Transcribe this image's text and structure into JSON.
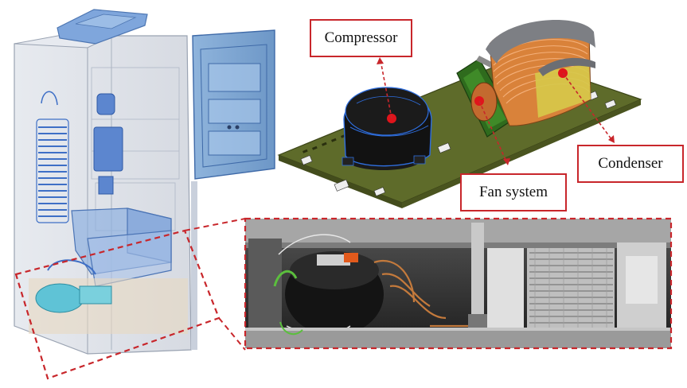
{
  "labels": {
    "compressor": "Compressor",
    "condenser": "Condenser",
    "fan_system": "Fan system"
  },
  "colors": {
    "annotation_red": "#c8262b",
    "fridge_blue": "#5f8fd6",
    "base_plate_green": "#5e6b2a",
    "condenser_orange": "#d9823a",
    "condenser_yellow": "#d6c94a",
    "photo_dark": "#2b2b2b"
  },
  "icons": [
    "compressor-marker",
    "condenser-marker",
    "fan-system-marker"
  ]
}
